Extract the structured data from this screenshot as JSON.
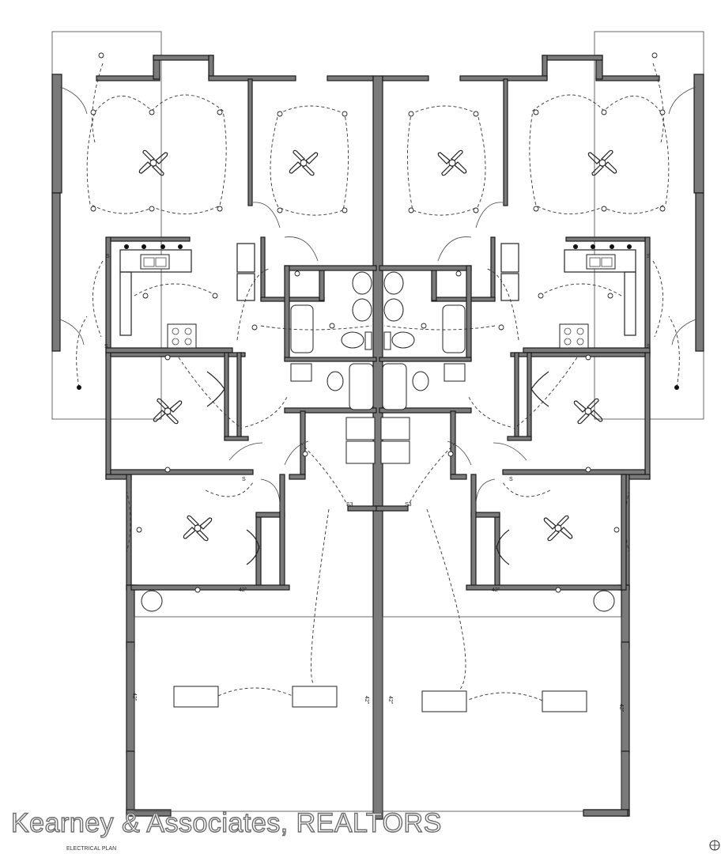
{
  "watermark": "Kearney & Associates, REALTORS",
  "caption": "ELECTRICAL PLAN",
  "labels": {
    "outlet_42": "42\"",
    "switch_s": "S",
    "switch_3": "S3"
  },
  "icons": [
    "ceiling-fan-icon",
    "light-fixture-icon",
    "switch-icon",
    "north-arrow-icon",
    "kitchen-sink-icon",
    "range-icon",
    "toilet-icon",
    "bathtub-icon",
    "water-heater-icon"
  ],
  "colors": {
    "wall": "#7a7a7a",
    "line": "#222222",
    "watermark_stroke": "#6d6d6d"
  }
}
